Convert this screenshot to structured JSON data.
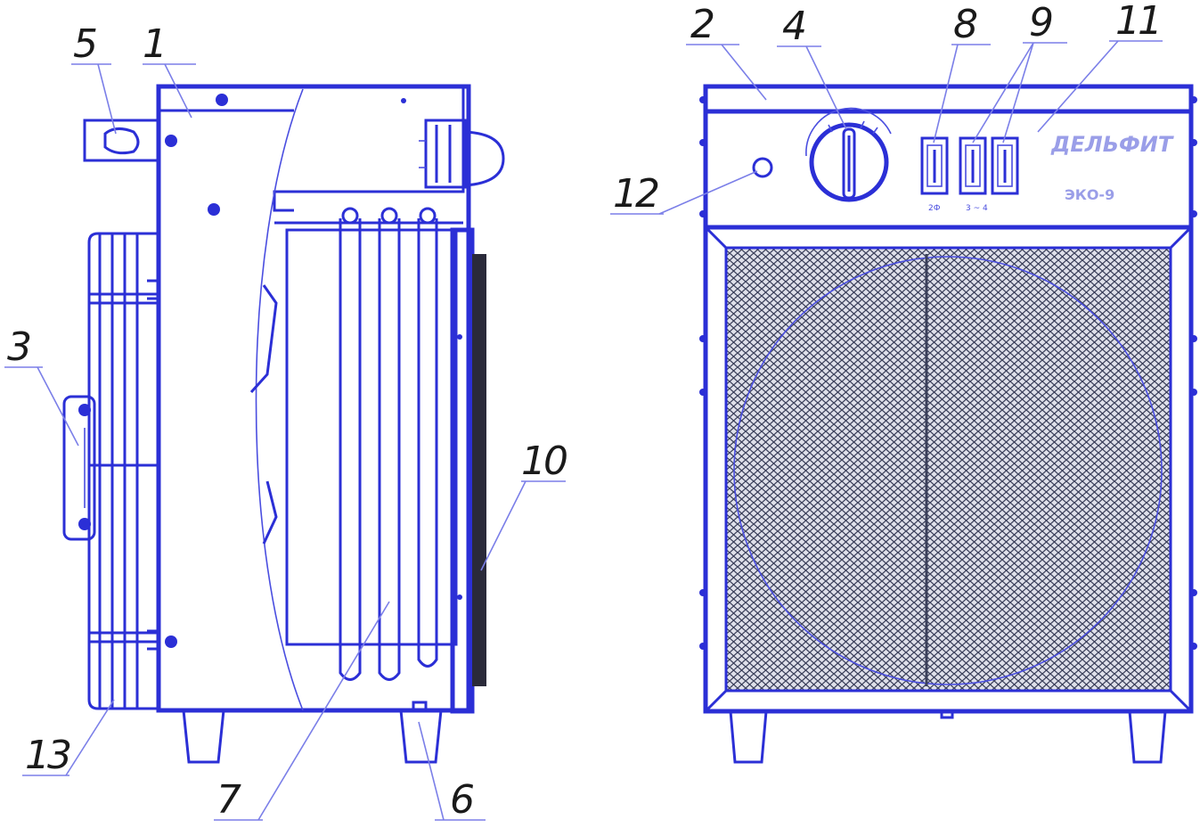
{
  "callouts": {
    "c1": "1",
    "c2": "2",
    "c3": "3",
    "c4": "4",
    "c5": "5",
    "c6": "6",
    "c7": "7",
    "c8": "8",
    "c9": "9",
    "c10": "10",
    "c11": "11",
    "c12": "12",
    "c13": "13"
  },
  "panel": {
    "brand_text": "ДЕЛЬФИТ",
    "model_text": "ЭКО-9",
    "switch_labels": [
      "2Ф",
      "3 ~ 4"
    ]
  },
  "colors": {
    "line": "#2b2fd6",
    "label": "#1a1a1a",
    "mesh": "#333a55"
  }
}
